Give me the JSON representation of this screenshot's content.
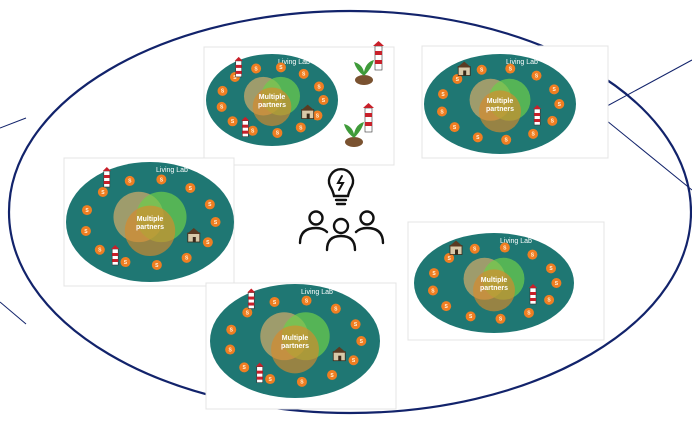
{
  "diagram": {
    "lab_title": "Living Lab",
    "partners_label_line1": "Multiple",
    "partners_label_line2": "partners",
    "coin_symbol": "S",
    "colors": {
      "outline": "#12236b",
      "lab_fill": "#1f7773",
      "coin": "#ef7e22",
      "venn_orange": "#d98a2b",
      "venn_green": "#6ccf4a",
      "venn_tan": "#c9a86a"
    },
    "center_icon": "idea-team-icon",
    "labs": [
      {
        "id": "lab-top",
        "icons": [
          "lighthouse-icon",
          "house-icon",
          "lighthouse-icon"
        ]
      },
      {
        "id": "lab-top-right",
        "icons": [
          "house-icon",
          "lighthouse-icon"
        ]
      },
      {
        "id": "lab-left",
        "icons": [
          "lighthouse-icon",
          "house-icon",
          "lighthouse-icon"
        ]
      },
      {
        "id": "lab-right",
        "icons": [
          "house-icon",
          "lighthouse-icon"
        ]
      },
      {
        "id": "lab-bottom",
        "icons": [
          "lighthouse-icon",
          "house-icon",
          "lighthouse-icon"
        ]
      }
    ],
    "side_icons": [
      "plant-lighthouse-icon",
      "plant-lighthouse-icon"
    ]
  }
}
